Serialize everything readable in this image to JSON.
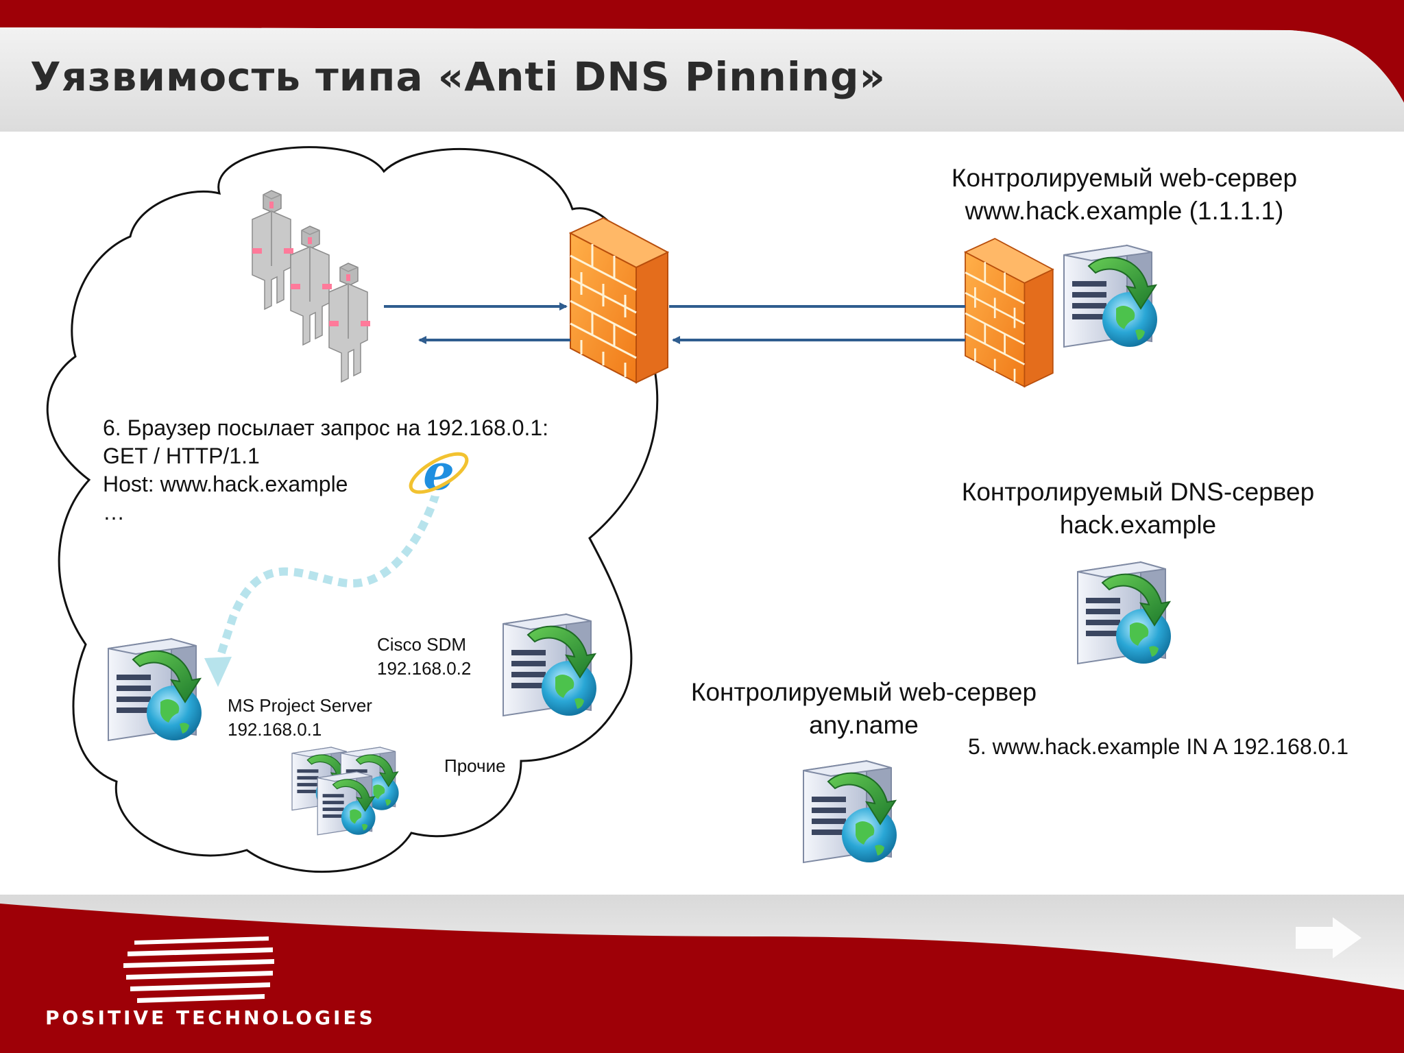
{
  "slide": {
    "title": "Уязвимость типа «Anti DNS Pinning»",
    "colors": {
      "brand_red": "#9e0007",
      "header_gray": "#e6e6e6",
      "arrow_blue": "#2f5d8f",
      "dotted_arrow": "#b7e3ec",
      "firewall_orange": "#f08a2a"
    }
  },
  "labels": {
    "web_server_top": "Контролируемый web-сервер\nwww.hack.example (1.1.1.1)",
    "dns_server": "Контролируемый DNS-сервер\nhack.example",
    "web_server_any": "Контролируемый web-сервер\nany.name",
    "dns_record": "5. www.hack.example IN A 192.168.0.1",
    "browser_request": "6. Браузер посылает запрос на 192.168.0.1:\nGET / HTTP/1.1\nHost: www.hack.example\n…",
    "cisco": "Cisco SDM\n192.168.0.2",
    "ms_project": "MS Project Server\n192.168.0.1",
    "others": "Прочие"
  },
  "icons": {
    "users": "user-group-icon",
    "firewall": "firewall-icon",
    "server": "server-globe-icon",
    "browser": "internet-explorer-icon",
    "next": "next-arrow-icon"
  },
  "footer": {
    "brand": "POSITIVE  TECHNOLOGIES"
  }
}
